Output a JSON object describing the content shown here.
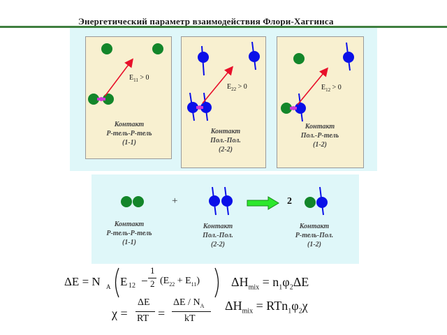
{
  "title": "Энергетический параметр взаимодействия Флори-Хаггинса",
  "colors": {
    "solvent": "#13862a",
    "polymer": "#0a10e8",
    "contact": "#d03ad6",
    "arrow": "#e8102a",
    "panel": "#dff7f9",
    "card": "#f8f0d0",
    "reaction_arrow": "#2ce82c"
  },
  "cards": [
    {
      "energy_main": "E",
      "energy_sub": "11",
      "energy_rest": " > 0",
      "lines": [
        "Контакт",
        "Р-тель-Р-тель",
        "(1-1)"
      ]
    },
    {
      "energy_main": "E",
      "energy_sub": "22",
      "energy_rest": " > 0",
      "lines": [
        "Контакт",
        "Пол.-Пол.",
        "(2-2)"
      ]
    },
    {
      "energy_main": "E",
      "energy_sub": "12",
      "energy_rest": " > 0",
      "lines": [
        "Контакт",
        "Пол.-Р-тель",
        "(1-2)"
      ]
    }
  ],
  "reaction": {
    "plus": "+",
    "coefficient": "2",
    "items": [
      {
        "lines": [
          "Контакт",
          "Р-тель-Р-тель",
          "(1-1)"
        ]
      },
      {
        "lines": [
          "Контакт",
          "Пол.-Пол.",
          "(2-2)"
        ]
      },
      {
        "lines": [
          "Контакт",
          "Р-тель-Пол.",
          "(1-2)"
        ]
      }
    ]
  },
  "equations": {
    "deltaE": "ΔE = N",
    "deltaE_sub": "A",
    "e12": "E",
    "e12_sub": "12",
    "minus": "−",
    "half_num": "1",
    "half_den": "2",
    "pair_open": "(E",
    "e22_sub": "22",
    "pair_plus": " + E",
    "e11_sub": "11",
    "pair_close": ")",
    "hmix1_left": "ΔH",
    "hmix_sub": "mix",
    "hmix1_right": " = n",
    "hmix1_n_sub": "1",
    "hmix1_phi": "φ",
    "hmix1_phi_sub": "2",
    "hmix1_end": "ΔE",
    "chi": "χ =",
    "frac1_num": "ΔE",
    "frac1_den": "RT",
    "eq_sign": "=",
    "frac2_num": "ΔE / N",
    "frac2_num_sub": "A",
    "frac2_den": "kT",
    "hmix2_left": "ΔH",
    "hmix2_right": " = RTn",
    "hmix2_n_sub": "1",
    "hmix2_phi": "φ",
    "hmix2_phi_sub": "2",
    "hmix2_end": "χ"
  }
}
